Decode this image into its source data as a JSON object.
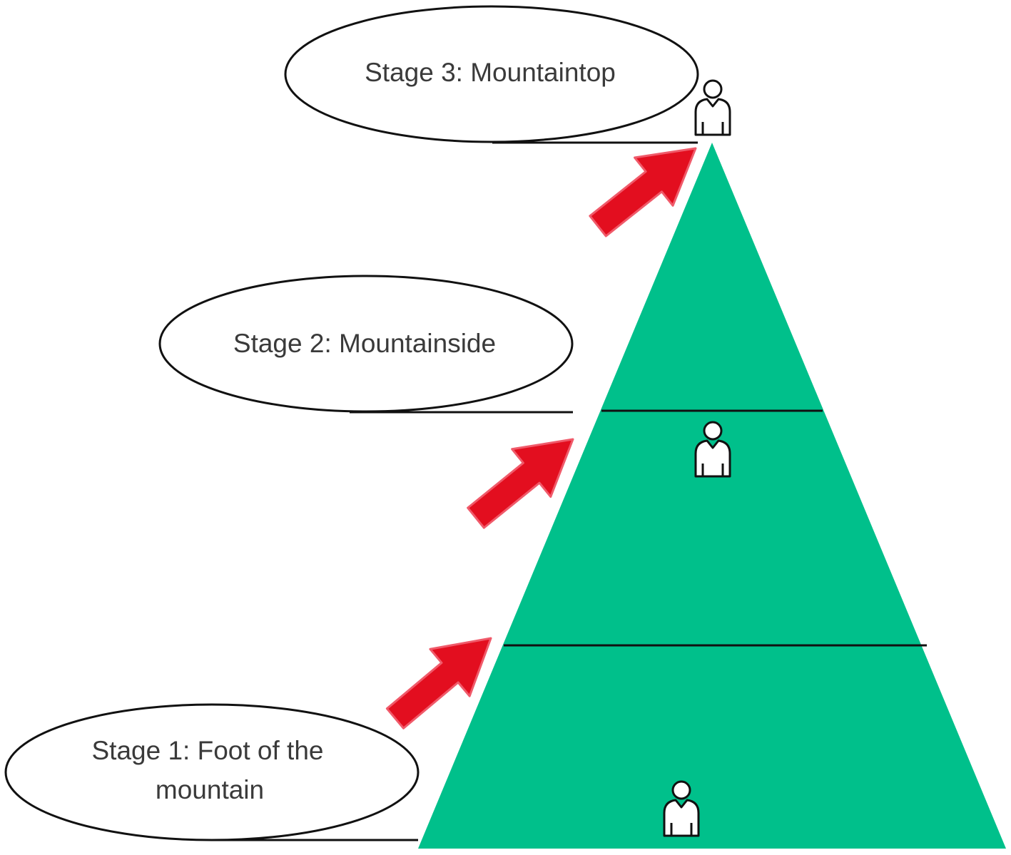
{
  "diagram": {
    "colors": {
      "mountain": "#00c08b",
      "arrow": "#e30e1f",
      "arrow_stroke": "#f05a6a",
      "outline": "#111111",
      "ellipse_fill": "#ffffff",
      "text": "#3a3a3a"
    },
    "stages": [
      {
        "label_lines": [
          "Stage 1: Foot of the",
          "mountain"
        ]
      },
      {
        "label_lines": [
          "Stage 2: Mountainside"
        ]
      },
      {
        "label_lines": [
          "Stage 3: Mountaintop"
        ]
      }
    ],
    "icons": [
      "person-icon",
      "person-icon",
      "person-icon"
    ],
    "arrows": [
      "up-right-arrow",
      "up-right-arrow",
      "up-right-arrow"
    ]
  }
}
